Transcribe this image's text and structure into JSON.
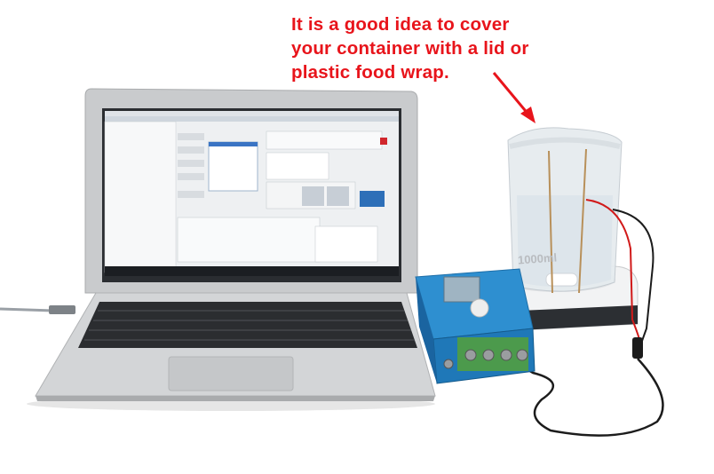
{
  "annotation": {
    "lines": [
      "It is a good idea to cover",
      "your container with a lid or",
      "plastic food wrap."
    ],
    "color": "#e8141b"
  },
  "beaker": {
    "volume_mark": "1000ml"
  }
}
